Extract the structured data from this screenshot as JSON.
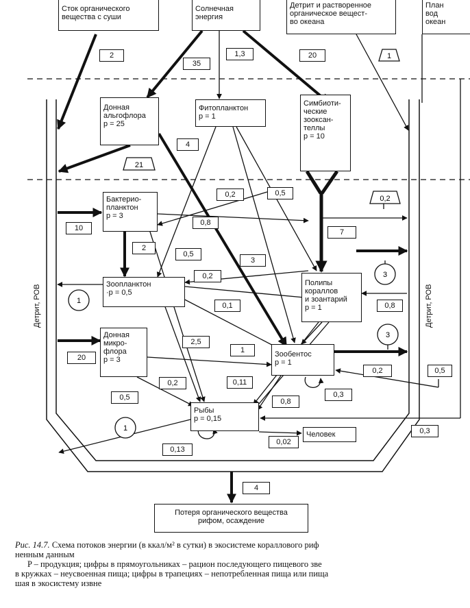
{
  "boxes": {
    "land_runoff": "Сток органического\nвещества с суши",
    "solar": "Солнечная\nэнергия",
    "ocean_detritus": "Детрит и растворенное\nорганическое вещест-\nво океана",
    "plankton_ocean": "План\nвод\nокеан",
    "benthic_algae": "Донная\nальгофлора\np = 25",
    "phytoplankton": "Фитопланктон\np = 1",
    "zooxanthellae": "Симбиоти-\nческие\nзооксан-\nтеллы\np = 10",
    "bacterioplankton": "Бактерио-\nпланктон\np = 3",
    "zooplankton": "Зоопланктон\n·p = 0,5",
    "polyps": "Полипы\nкораллов\nи зоантарий\np = 1",
    "microflora": "Донная\nмикро-\nфлора\np = 3",
    "zoobenthos": "Зообентос\np = 1",
    "fish": "Рыбы\np = 0,15",
    "human": "Человек",
    "loss": "Потеря органического вещества\nрифом, осаждение"
  },
  "flow_labels": {
    "l_2_top": "2",
    "l_35": "35",
    "l_1_3": "1,3",
    "l_20_top": "20",
    "l_4_algae": "4",
    "l_0_2_a": "0,2",
    "l_0_5_a": "0,5",
    "l_10": "10",
    "l_0_8_a": "0,8",
    "l_2_bact": "2",
    "l_7": "7",
    "l_0_5_b": "0,5",
    "l_3_a": "3",
    "l_0_2_b": "0,2",
    "l_0_1": "0,1",
    "l_0_8_b": "0,8",
    "l_2_5": "2,5",
    "l_1": "1",
    "l_20_mid": "20",
    "l_0_2_c": "0,2",
    "l_0_5_c": "0,5",
    "l_0_2_d": "0,2",
    "l_0_11": "0,11",
    "l_0_3_a": "0,3",
    "l_0_5_d": "0,5",
    "l_0_8_c": "0,8",
    "l_0_13": "0,13",
    "l_0_02": "0,02",
    "l_0_3_b": "0,3",
    "l_4_loss": "4"
  },
  "trapezoid_labels": {
    "t_1": "1",
    "t_21": "21",
    "t_0_2": "0,2"
  },
  "circle_labels": {
    "c_1_zoo": "1",
    "c_3_a": "3",
    "c_3_b": "3",
    "c_1_fish": "1"
  },
  "side_labels": {
    "left": "Детрит, РОВ",
    "right": "Детрит, РОВ"
  },
  "caption": {
    "title": "Рис. 14.7.",
    "line1": " Схема потоков энергии (в ккал/м² в сутки) в экосистеме кораллового риф",
    "line2": "ненным данным",
    "line3": "P – продукция; цифры в прямоугольниках – рацион последующего пищевого зве",
    "line4": "в кружках – неусвоенная пища; цифры в трапециях – непотребленная пища или пища",
    "line5": "шая в экосистему извне"
  }
}
